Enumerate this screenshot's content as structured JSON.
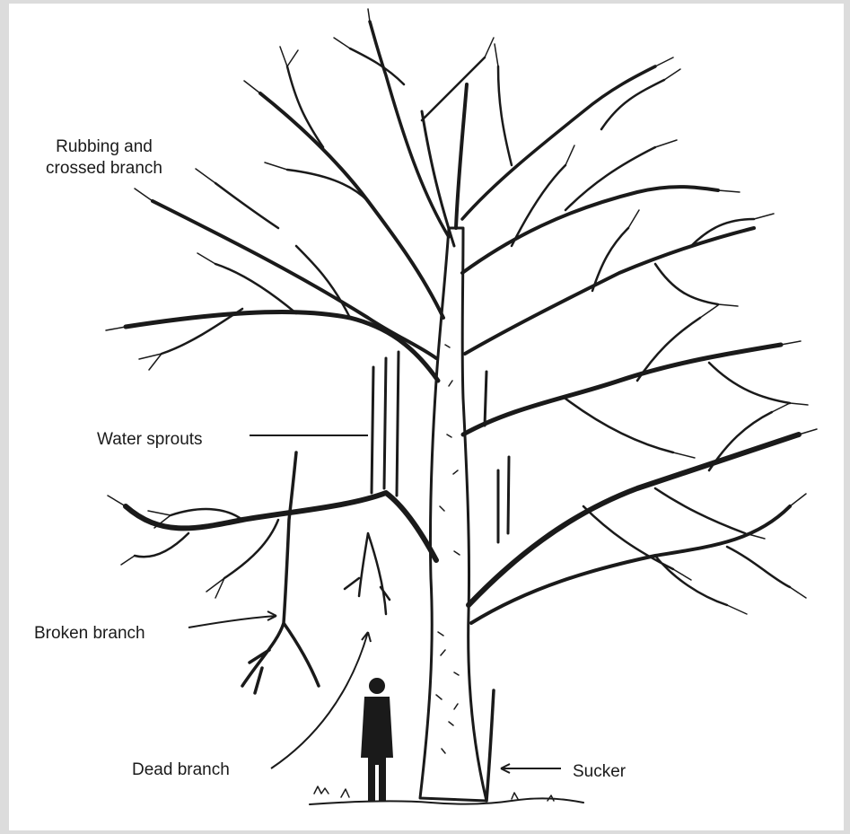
{
  "labels": {
    "rubbing_line1": "Rubbing and",
    "rubbing_line2": "crossed branch",
    "water_sprouts": "Water sprouts",
    "broken_branch": "Broken branch",
    "dead_branch": "Dead branch",
    "sucker": "Sucker"
  },
  "colors": {
    "ink": "#1a1a1a",
    "background": "#ffffff",
    "border": "#dcdcdc"
  }
}
